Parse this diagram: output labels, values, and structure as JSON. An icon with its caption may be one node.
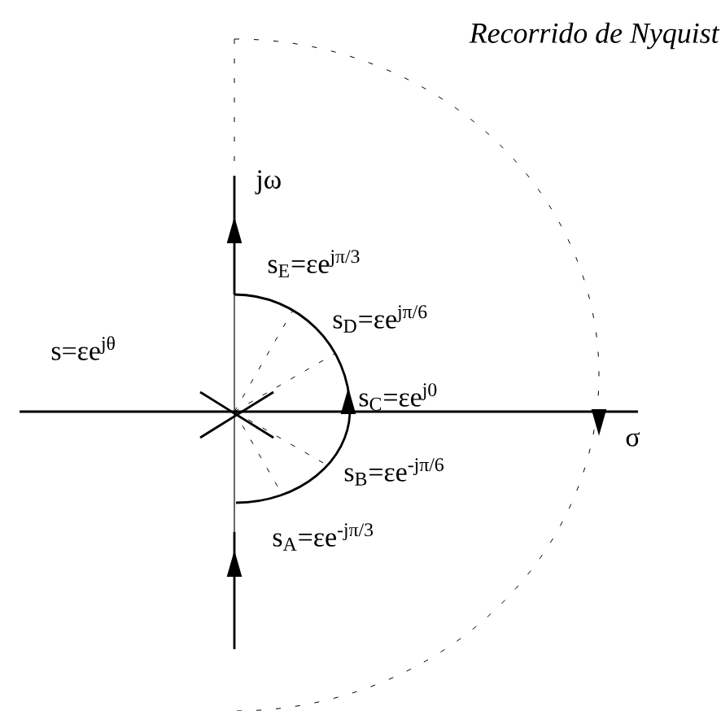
{
  "diagram": {
    "labels": [
      "Recorrido de Nyquist",
      "jω",
      "s$_{E}$=εe$^{jπ/3}$",
      "s$_{D}$=εe$^{jπ/6}$",
      "s=εe$^{jθ}$",
      "s$_{C}$=εe$^{j0}$",
      "σ",
      "s$_{B}$=εe$^{-jπ/6}$",
      "s$_{A}$=εe$^{-jπ/3}$"
    ]
  }
}
